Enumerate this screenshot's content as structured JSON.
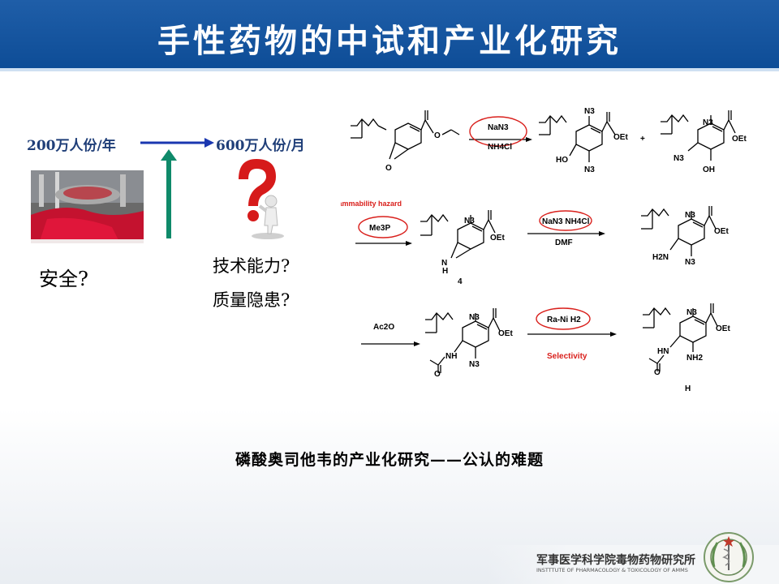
{
  "title": "手性药物的中试和产业化研究",
  "left": {
    "scale_from": "200万人份/年",
    "scale_to": "600万人份/月",
    "safety_q": "安全?",
    "tech_q": "技术能力?",
    "quality_q": "质量隐患?"
  },
  "scheme": {
    "reagent1_top": "NaN3",
    "reagent1_bottom": "NH4Cl",
    "plus": "+",
    "flammability": "flammability hazard",
    "reagent2": "Me3P",
    "compound4": "4",
    "reagent3_top": "NaN3 NH4Cl",
    "reagent3_bottom": "DMF",
    "reagent4": "Ac2O",
    "reagent5": "Ra-Ni H2",
    "selectivity": "Selectivity",
    "final_label": "H",
    "oet": "OEt",
    "n3": "N3",
    "ho": "HO",
    "oh": "OH",
    "h2n": "H2N",
    "nh2": "NH2",
    "nh": "NH",
    "hn": "HN",
    "n_h": "N",
    "h": "H",
    "o": "O"
  },
  "bottom_text": "磷酸奥司他韦的产业化研究——公认的难题",
  "footer": {
    "institute_cn": "军事医学科学院毒物药物研究所",
    "institute_en": "INSTTTUTE OF PHARMACOLOGY & TOXICOLOGY OF AMMS"
  },
  "colors": {
    "title_bg": "#0d4c96",
    "blue_text": "#1f3e78",
    "red_ellipse": "#d9201c",
    "green_arrow": "#0f8a6a",
    "blue_arrow": "#1a37b0"
  }
}
